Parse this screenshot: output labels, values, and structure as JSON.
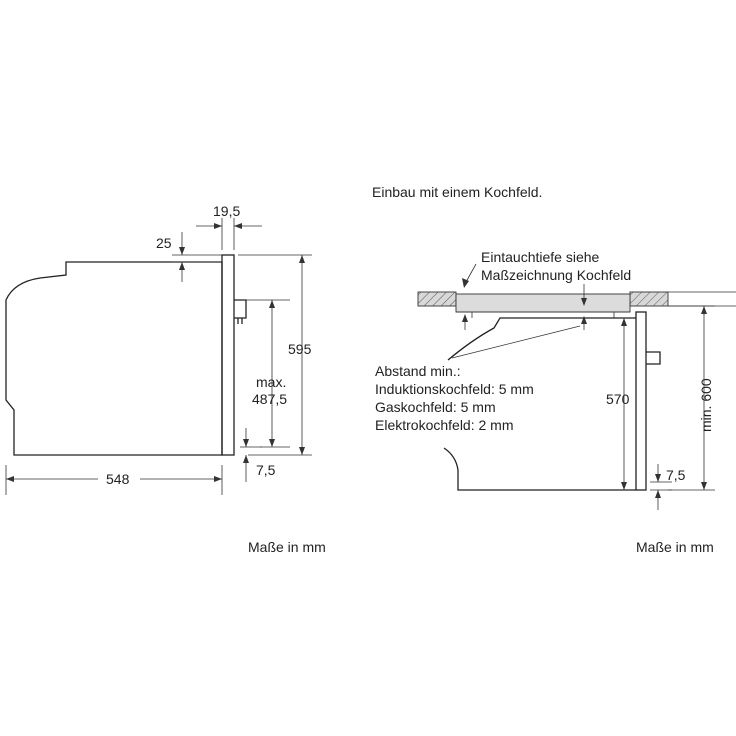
{
  "left_diagram": {
    "dim_depth": "548",
    "dim_height": "595",
    "dim_front_width": "19,5",
    "dim_top_offset": "25",
    "dim_max_label": "max.",
    "dim_max_value": "487,5",
    "dim_bottom_offset": "7,5",
    "units_note": "Maße in mm"
  },
  "right_diagram": {
    "title": "Einbau mit einem Kochfeld.",
    "note_line1": "Eintauchtiefe siehe",
    "note_line2": "Maßzeichnung Kochfeld",
    "clearance_title": "Abstand min.:",
    "clearance_induction": "Induktionskochfeld: 5 mm",
    "clearance_gas": "Gaskochfeld: 5 mm",
    "clearance_electric": "Elektrokochfeld: 2 mm",
    "dim_height": "570",
    "dim_min_height": "min. 600",
    "dim_bottom_offset": "7,5",
    "units_note": "Maße in mm"
  }
}
